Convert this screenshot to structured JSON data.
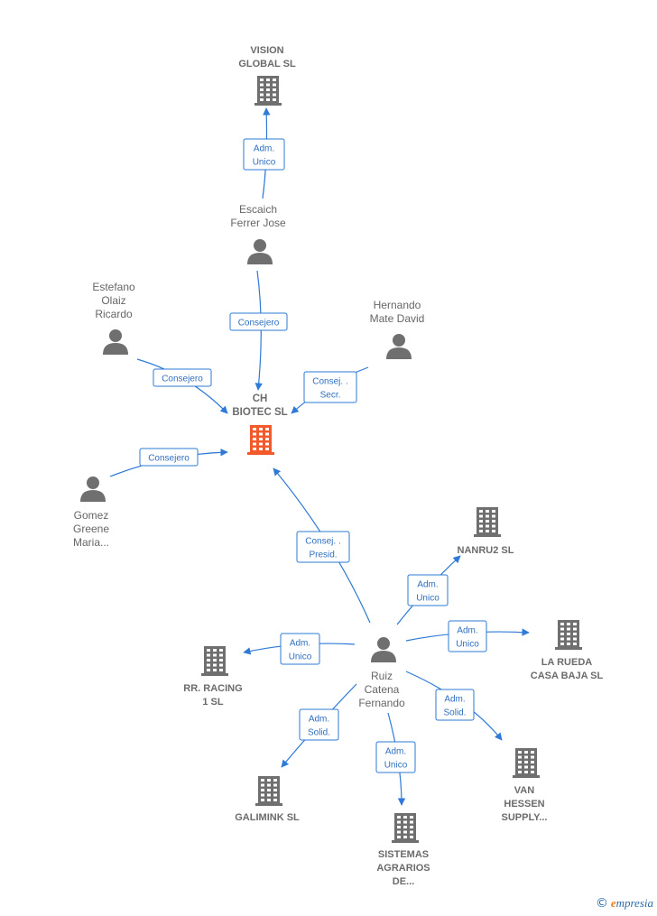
{
  "nodes": {
    "vision": {
      "kind": "company",
      "lines": [
        "VISION",
        "GLOBAL SL"
      ]
    },
    "escaich": {
      "kind": "person",
      "lines": [
        "Escaich",
        "Ferrer Jose"
      ]
    },
    "estefano": {
      "kind": "person",
      "lines": [
        "Estefano",
        "Olaiz",
        "Ricardo"
      ]
    },
    "hernando": {
      "kind": "person",
      "lines": [
        "Hernando",
        "Mate David"
      ]
    },
    "ch": {
      "kind": "focus",
      "lines": [
        "CH",
        "BIOTEC  SL"
      ]
    },
    "gomez": {
      "kind": "person",
      "lines": [
        "Gomez",
        "Greene",
        "Maria..."
      ]
    },
    "nanru2": {
      "kind": "company",
      "lines": [
        "NANRU2  SL"
      ]
    },
    "larueda": {
      "kind": "company",
      "lines": [
        "LA RUEDA",
        "CASA BAJA  SL"
      ]
    },
    "ruiz": {
      "kind": "person",
      "lines": [
        "Ruiz",
        "Catena",
        "Fernando"
      ]
    },
    "rracing": {
      "kind": "company",
      "lines": [
        "RR. RACING",
        "1  SL"
      ]
    },
    "vanhessen": {
      "kind": "company",
      "lines": [
        "VAN",
        "HESSEN",
        "SUPPLY..."
      ]
    },
    "galimink": {
      "kind": "company",
      "lines": [
        "GALIMINK SL"
      ]
    },
    "sistemas": {
      "kind": "company",
      "lines": [
        "SISTEMAS",
        "AGRARIOS",
        "DE..."
      ]
    }
  },
  "edges": [
    {
      "id": "e1",
      "from": "escaich",
      "to": "vision",
      "label": [
        "Adm.",
        "Unico"
      ]
    },
    {
      "id": "e2",
      "from": "escaich",
      "to": "ch",
      "label": [
        "Consejero"
      ]
    },
    {
      "id": "e3",
      "from": "estefano",
      "to": "ch",
      "label": [
        "Consejero"
      ]
    },
    {
      "id": "e4",
      "from": "hernando",
      "to": "ch",
      "label": [
        "Consej. .",
        "Secr."
      ]
    },
    {
      "id": "e5",
      "from": "gomez",
      "to": "ch",
      "label": [
        "Consejero"
      ]
    },
    {
      "id": "e6",
      "from": "ruiz",
      "to": "ch",
      "label": [
        "Consej. .",
        "Presid."
      ]
    },
    {
      "id": "e7",
      "from": "ruiz",
      "to": "nanru2",
      "label": [
        "Adm.",
        "Unico"
      ]
    },
    {
      "id": "e8",
      "from": "ruiz",
      "to": "larueda",
      "label": [
        "Adm.",
        "Unico"
      ]
    },
    {
      "id": "e9",
      "from": "ruiz",
      "to": "rracing",
      "label": [
        "Adm.",
        "Unico"
      ]
    },
    {
      "id": "e10",
      "from": "ruiz",
      "to": "vanhessen",
      "label": [
        "Adm.",
        "Solid."
      ]
    },
    {
      "id": "e11",
      "from": "ruiz",
      "to": "galimink",
      "label": [
        "Adm.",
        "Solid."
      ]
    },
    {
      "id": "e12",
      "from": "ruiz",
      "to": "sistemas",
      "label": [
        "Adm.",
        "Unico"
      ]
    }
  ],
  "colors": {
    "edge": "#2e7ad6",
    "icon": "#6f6f6f",
    "focus": "#f25a2b"
  },
  "footer": {
    "copyright": "©",
    "brand_first": "e",
    "brand_rest": "mpresia"
  }
}
